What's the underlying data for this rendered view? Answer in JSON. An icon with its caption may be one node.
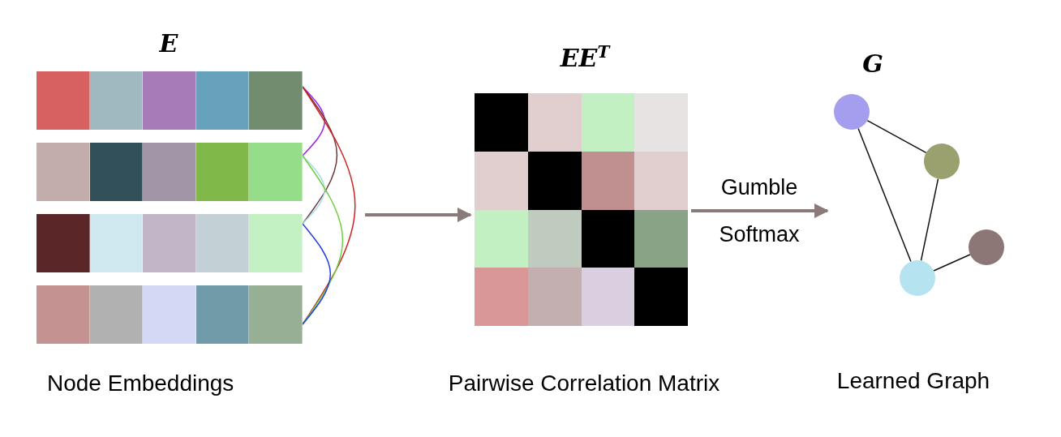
{
  "diagram": {
    "nodes": [
      {
        "text": [
          "E"
        ],
        "beside": [
          "Node Embeddings"
        ]
      },
      {
        "text": [],
        "shape": "bar",
        "in": 0
      },
      {
        "text": [],
        "shape": "bar",
        "in": 0
      },
      {
        "text": [],
        "shape": "bar",
        "in": 0
      },
      {
        "text": [],
        "shape": "bar",
        "in": 0
      },
      {
        "text": [
          "EE$^{T}$"
        ],
        "beside": [
          "Pairwise Correlation Matrix"
        ]
      },
      {
        "text": [
          "G"
        ],
        "beside": [
          "Learned Graph"
        ]
      },
      {
        "text": [],
        "shape": "circle",
        "in": 6
      },
      {
        "text": [],
        "shape": "circle",
        "in": 6
      },
      {
        "text": [],
        "shape": "circle",
        "in": 6
      },
      {
        "text": [],
        "shape": "circle",
        "in": 6
      }
    ],
    "edges": [
      {
        "from": 1,
        "to": 2,
        "arrow": "none",
        "color": "#a020f0"
      },
      {
        "from": 1,
        "to": 3,
        "arrow": "none",
        "color": "#6b3a3a"
      },
      {
        "from": 1,
        "to": 4,
        "arrow": "none",
        "color": "#d02020"
      },
      {
        "from": 2,
        "to": 3,
        "arrow": "none",
        "color": "#a8dce8"
      },
      {
        "from": 2,
        "to": 4,
        "arrow": "none",
        "color": "#6fcf40"
      },
      {
        "from": 3,
        "to": 4,
        "arrow": "none",
        "color": "#2040e0"
      },
      {
        "from": 0,
        "to": 5,
        "arrow": "to",
        "style": "thick",
        "color": "#8b7a7a"
      },
      {
        "from": 5,
        "to": 6,
        "arrow": "to",
        "style": "thick",
        "color": "#8b7a7a",
        "label": "Gumble Softmax"
      },
      {
        "from": 7,
        "to": 8,
        "arrow": "none"
      },
      {
        "from": 7,
        "to": 10,
        "arrow": "none"
      },
      {
        "from": 8,
        "to": 10,
        "arrow": "none"
      },
      {
        "from": 10,
        "to": 9,
        "arrow": "none"
      }
    ]
  }
}
